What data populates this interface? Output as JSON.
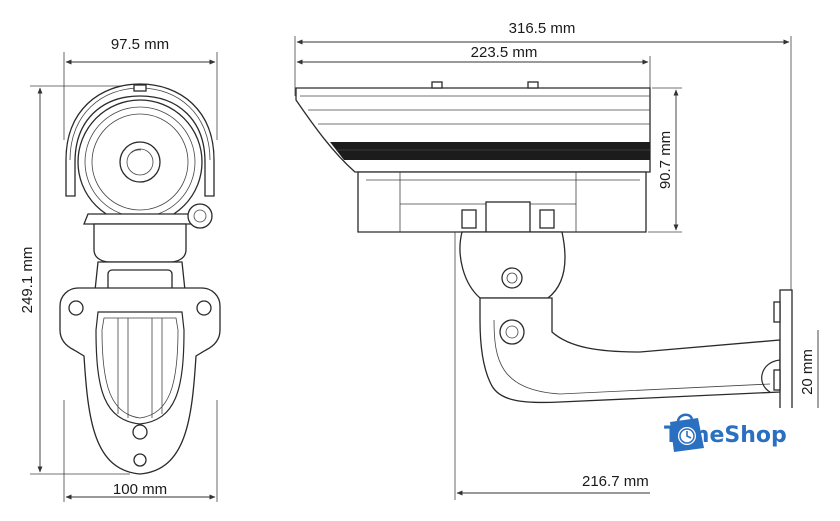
{
  "dimensions": {
    "front_width": "97.5 mm",
    "front_height": "249.1 mm",
    "base_width": "100 mm",
    "side_total_length": "316.5 mm",
    "side_housing_length": "223.5 mm",
    "side_housing_height": "90.7 mm",
    "bracket_length": "216.7 mm",
    "mount_height_partial": "20 mm"
  },
  "watermark": {
    "brand": "TimeShop",
    "icon": "shopping-bag-clock-icon",
    "color": "#2a6fc0"
  }
}
